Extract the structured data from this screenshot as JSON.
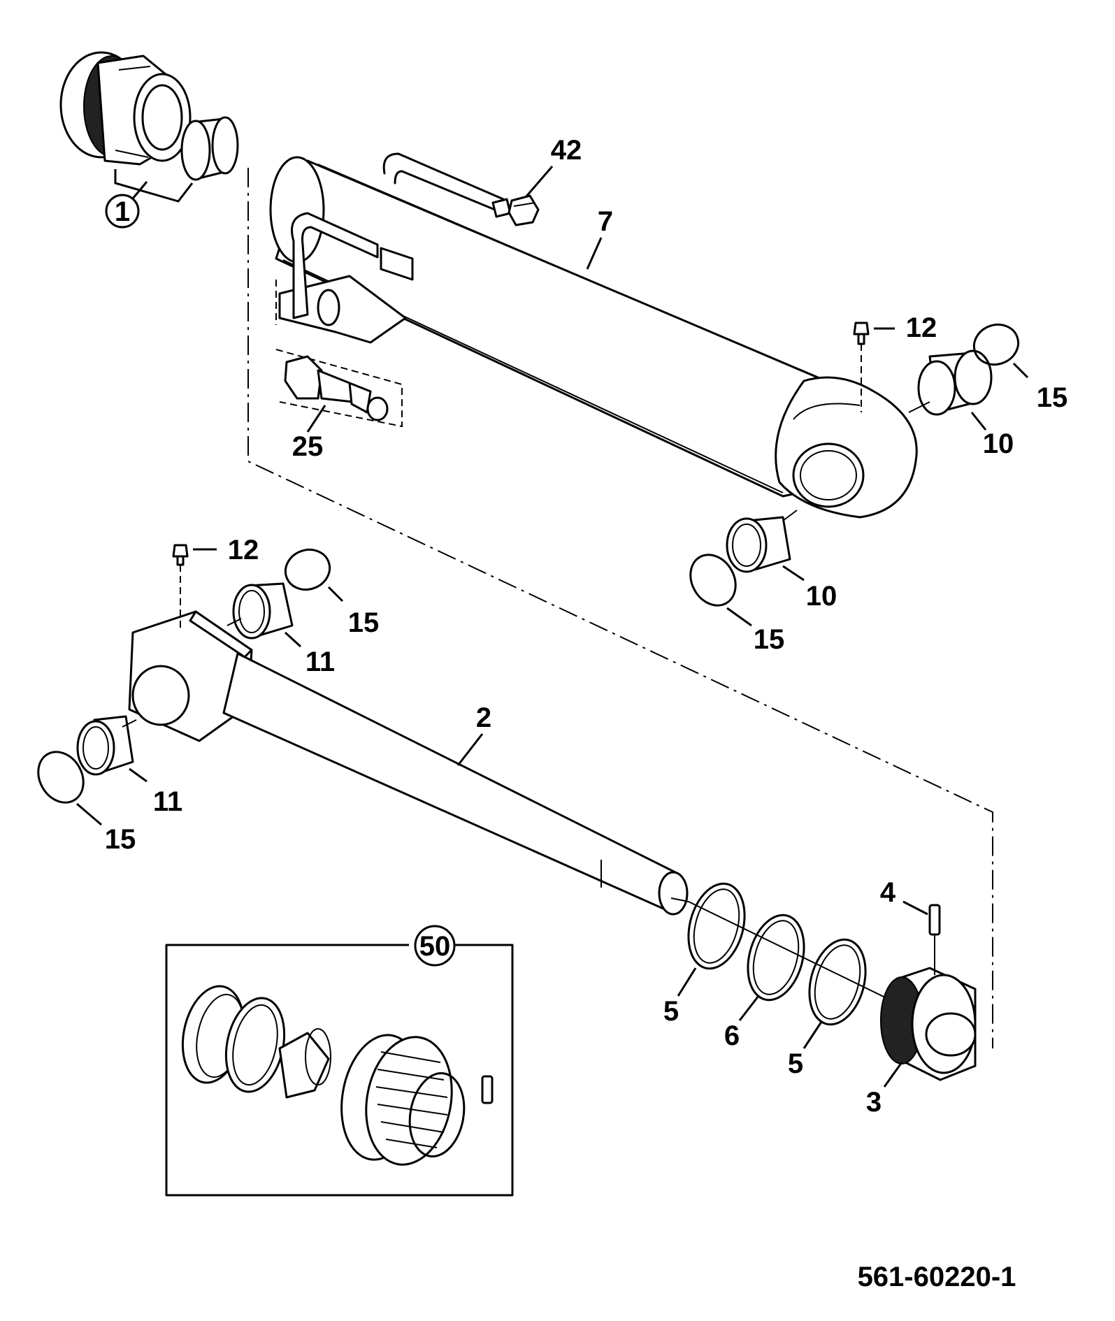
{
  "drawing_number": "561-60220-1",
  "callouts": {
    "c1": "1",
    "c2": "2",
    "c3": "3",
    "c4": "4",
    "c5a": "5",
    "c5b": "5",
    "c6": "6",
    "c7": "7",
    "c10a": "10",
    "c10b": "10",
    "c11a": "11",
    "c11b": "11",
    "c12a": "12",
    "c12b": "12",
    "c15a": "15",
    "c15b": "15",
    "c15c": "15",
    "c15d": "15",
    "c25": "25",
    "c42": "42",
    "c50": "50"
  }
}
